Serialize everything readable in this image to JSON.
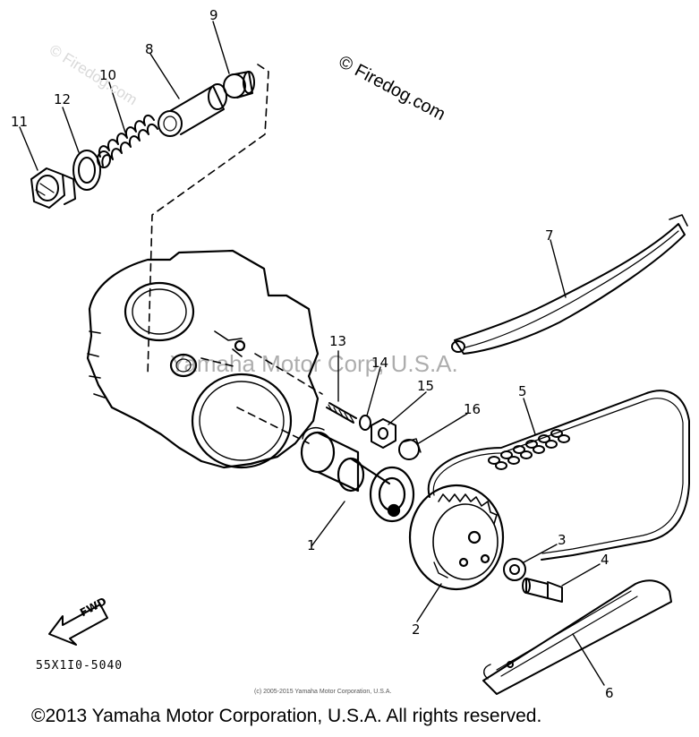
{
  "watermarks": {
    "firedog_main": "© Firedog.com",
    "firedog_faint": "© Firedog.com",
    "yamaha_overlay": "Yamaha Motor Corp, U.S.A."
  },
  "callouts": [
    "1",
    "2",
    "3",
    "4",
    "5",
    "6",
    "7",
    "8",
    "9",
    "10",
    "11",
    "12",
    "13",
    "14",
    "15",
    "16"
  ],
  "fwd_label": "FWD",
  "diagram_code": "55X1I0-5040",
  "copyright_small": "(c) 2005-2015 Yamaha Motor Corporation, U.S.A.",
  "copyright_main": "©2013 Yamaha Motor Corporation, U.S.A. All rights reserved."
}
